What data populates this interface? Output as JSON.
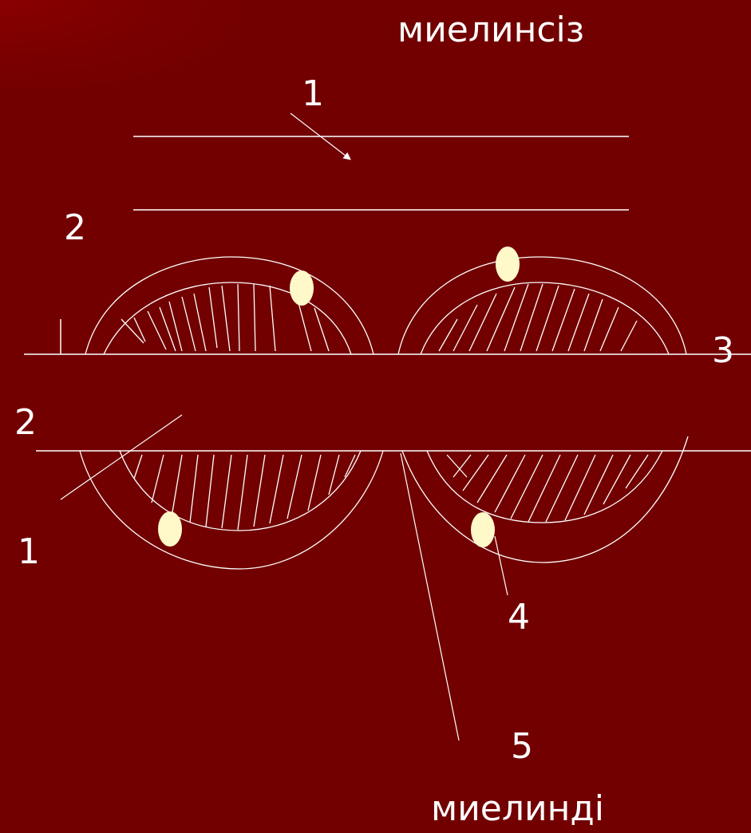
{
  "diagram": {
    "title_top": "миелинсіз",
    "title_bottom": "миелинді",
    "labels": {
      "top_1": "1",
      "top_2": "2",
      "mid_2": "2",
      "bottom_1": "1",
      "three": "3",
      "four": "4",
      "five": "5"
    }
  },
  "colors": {
    "background": "#720000",
    "line": "#ffffff",
    "nucleus": "#fff8c8"
  }
}
